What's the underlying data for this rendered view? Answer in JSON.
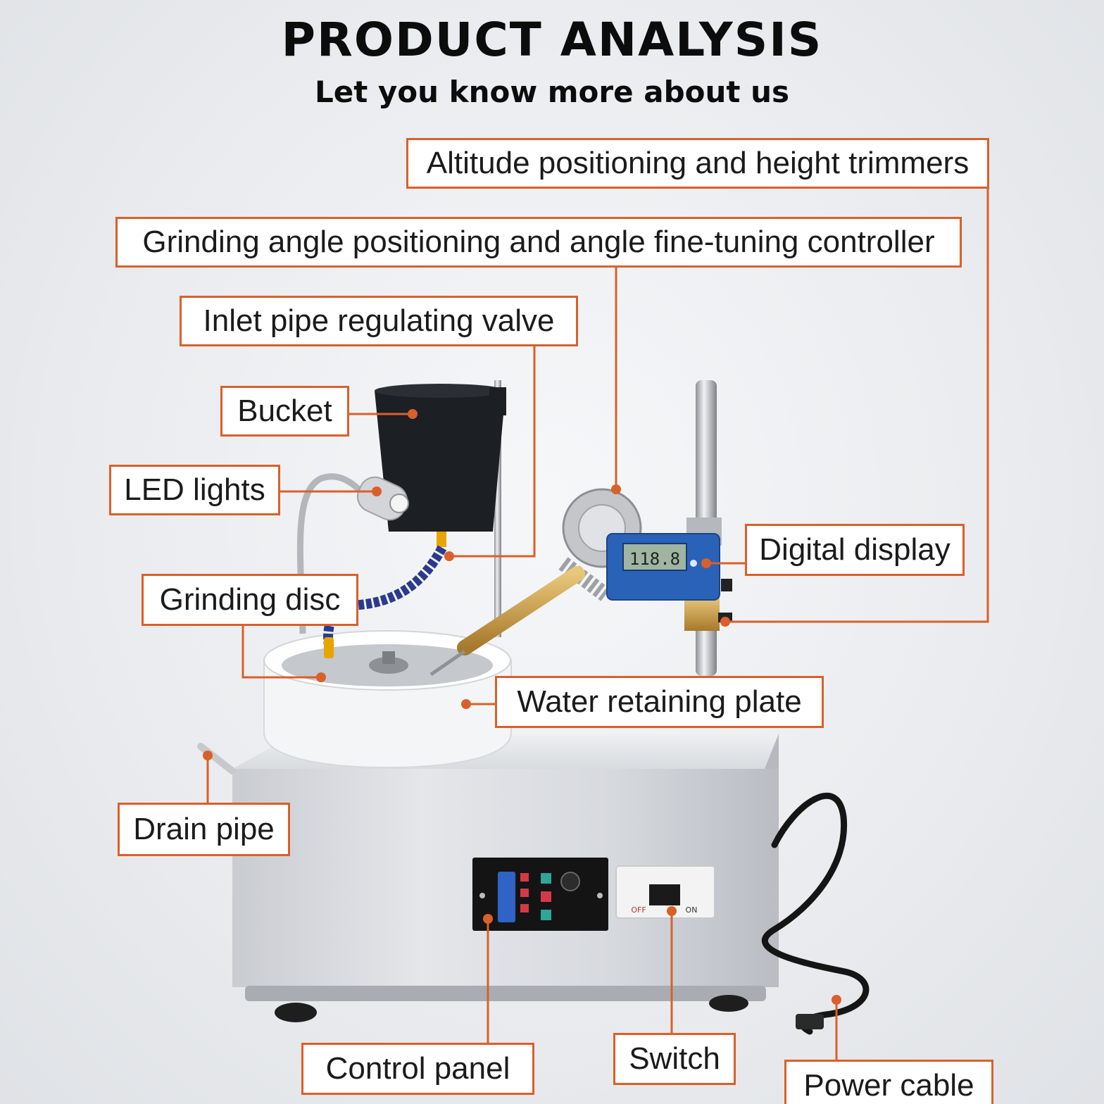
{
  "header": {
    "title": "PRODUCT ANALYSIS",
    "subtitle": "Let you know more about us"
  },
  "colors": {
    "accent": "#d9602a",
    "background": "#ebedf0"
  },
  "device": {
    "display_reading": "118.8",
    "switch_off_text": "OFF",
    "switch_on_text": "ON"
  },
  "labels": {
    "altitude": "Altitude positioning and height trimmers",
    "angle": "Grinding angle positioning and angle fine-tuning controller",
    "valve": "Inlet pipe regulating valve",
    "bucket": "Bucket",
    "led": "LED lights",
    "disc": "Grinding disc",
    "display": "Digital display",
    "plate": "Water retaining plate",
    "drain": "Drain pipe",
    "control": "Control panel",
    "switch": "Switch",
    "power": "Power cable"
  }
}
